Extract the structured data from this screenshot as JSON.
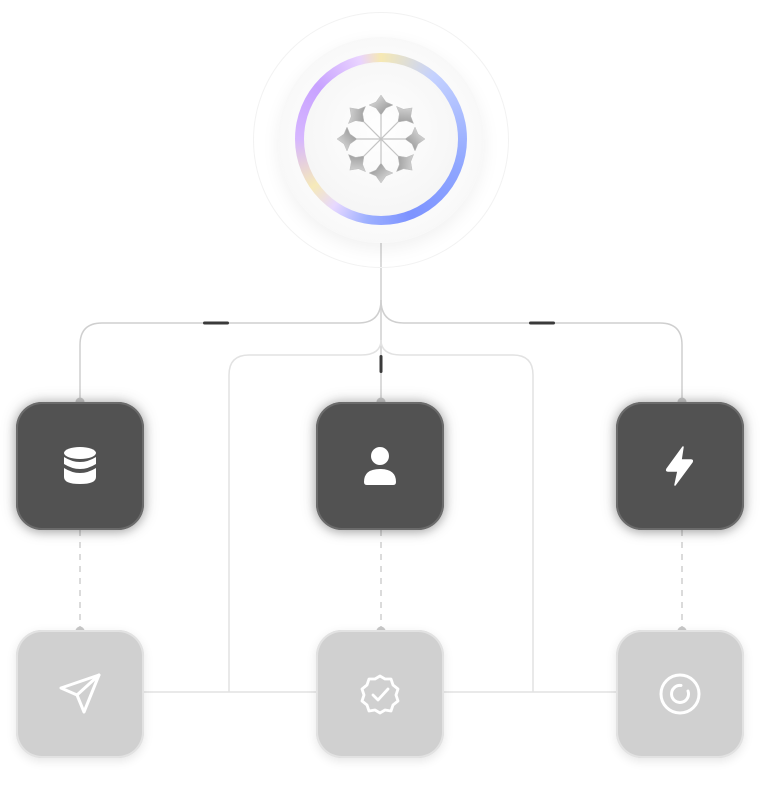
{
  "diagram": {
    "hub": {
      "icon": "sparkle-cluster-icon",
      "ring_colors": [
        "#f6e9b3",
        "#8fa6ff",
        "#c8a2ff"
      ]
    },
    "top_row": [
      {
        "id": "database",
        "icon": "database-icon"
      },
      {
        "id": "user",
        "icon": "user-icon"
      },
      {
        "id": "bolt",
        "icon": "lightning-bolt-icon"
      }
    ],
    "bottom_row": [
      {
        "id": "send",
        "icon": "send-icon"
      },
      {
        "id": "verified",
        "icon": "verified-badge-icon"
      },
      {
        "id": "refresh",
        "icon": "refresh-icon"
      }
    ],
    "colors": {
      "dark_node": "#525252",
      "light_node": "#d0d0d0",
      "line": "#cfcfcf",
      "dashed_line": "#d6d6d6"
    }
  }
}
